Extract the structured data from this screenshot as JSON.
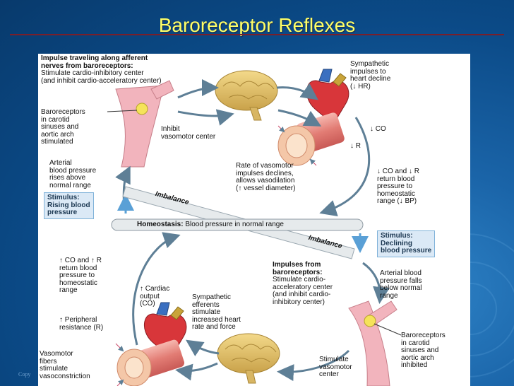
{
  "slide_title": "Baroreceptor Reflexes",
  "copyright": "Copy",
  "labels": {
    "afferent_title": "Impulse traveling along afferent\nnerves from baroreceptors:",
    "afferent_body": "Stimulate cardio-inhibitory center\n(and inhibit cardio-acceleratory center)",
    "baro_stimulated": "Baroreceptors\nin carotid\nsinuses and\naortic arch\nstimulated",
    "inhibit_vasomotor": "Inhibit\nvasomotor center",
    "symp_decline": "Sympathetic\nimpulses to\nheart decline\n(↓ HR)",
    "co_down": "↓ CO",
    "r_down": "↓ R",
    "rate_vasomotor": "Rate of vasomotor\nimpulses declines,\nallows vasodilation\n(↑ vessel diameter)",
    "arterial_rises": "Arterial\nblood pressure\nrises above\nnormal range",
    "co_r_return_down": "↓ CO and ↓ R\nreturn blood\npressure to\nhomeostatic\nrange (↓ BP)",
    "imbalance_top": "Imbalance",
    "imbalance_bottom": "Imbalance",
    "homeostasis_bold": "Homeostasis:",
    "homeostasis_text": " Blood pressure in normal range",
    "stimulus_rising": "Stimulus:\nRising blood\npressure",
    "stimulus_declining": "Stimulus:\nDeclining\nblood pressure",
    "impulses_title": "Impulses from\nbaroreceptors:",
    "impulses_body": "Stimulate cardio-\nacceleratory center\n(and inhibit cardio-\ninhibitory center)",
    "arterial_falls": "Arterial blood\npressure falls\nbelow normal\nrange",
    "co_r_return_up": "↑ CO and ↑ R\nreturn blood\npressure to\nhomeostatic\nrange",
    "cardiac_output": "↑ Cardiac\noutput\n(CO)",
    "symp_efferents": "Sympathetic\nefferents\nstimulate\nincreased heart\nrate and force",
    "peripheral_resistance": "↑ Peripheral\nresistance (R)",
    "vasomotor_fibers": "Vasomotor\nfibers\nstimulate\nvasoconstriction",
    "stimulate_vasomotor": "Stimulate\nvasomotor\ncenter",
    "baro_inhibited": "Baroreceptors\nin carotid\nsinuses and\naortic arch\ninhibited"
  }
}
